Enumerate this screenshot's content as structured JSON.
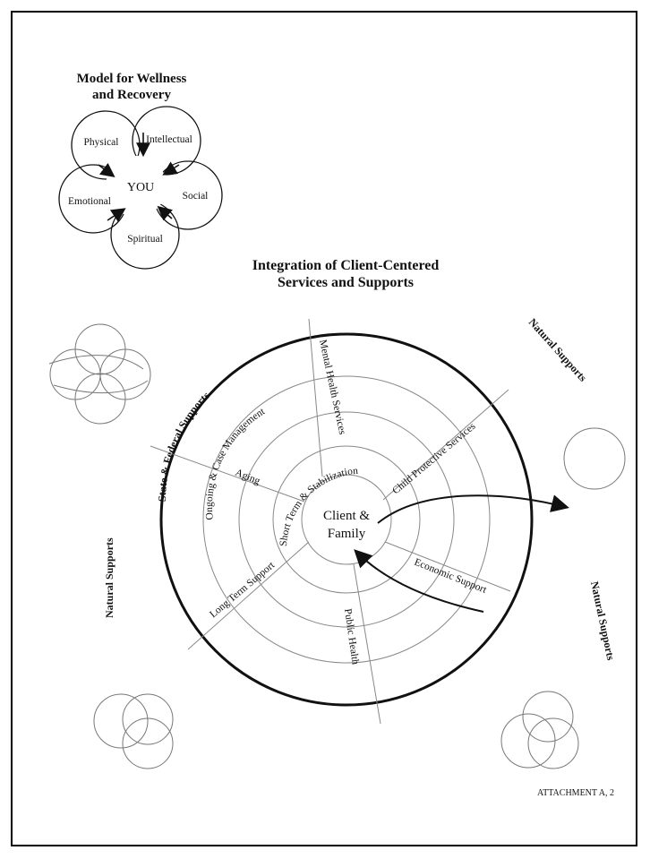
{
  "wellness_model": {
    "title_line1": "Model for Wellness",
    "title_line2": "and Recovery",
    "center": "YOU",
    "petals": [
      "Physical",
      "Intellectual",
      "Social",
      "Spiritual",
      "Emotional"
    ]
  },
  "integration": {
    "title_line1": "Integration of Client-Centered",
    "title_line2": "Services and Supports",
    "center_line1": "Client &",
    "center_line2": "Family",
    "outer_ring_label": "State & Federal Supports",
    "ring3_labels": [
      "Ongoing & Case Management"
    ],
    "ring2_labels": [
      "Short Term & Stabilization",
      "Aging",
      "Long Term Support"
    ],
    "spoke_labels": {
      "mental_health": "Mental Health Services",
      "child_protective": "Child Protective Services",
      "economic": "Economic Support",
      "public_health": "Public Health"
    },
    "natural_supports": [
      "Natural Supports",
      "Natural Supports",
      "Natural Supports"
    ]
  },
  "footer": {
    "attachment": "ATTACHMENT A, 2"
  },
  "colors": {
    "line": "#111111",
    "thin": "#888888",
    "bg": "#ffffff"
  }
}
